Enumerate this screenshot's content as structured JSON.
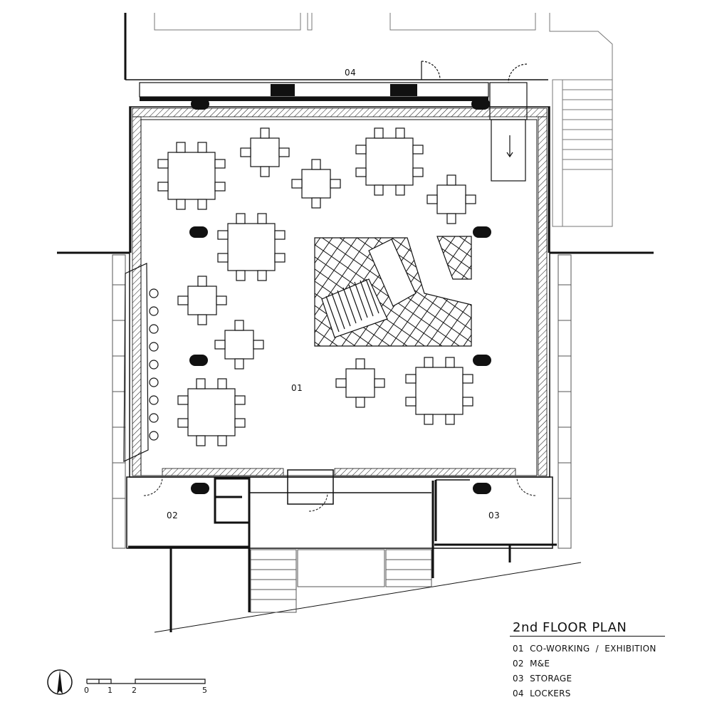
{
  "title": "2nd FLOOR PLAN",
  "legend": [
    {
      "num": "01",
      "text": "CO-WORKING  /  EXHIBITION"
    },
    {
      "num": "02",
      "text": "M&E"
    },
    {
      "num": "03",
      "text": "STORAGE"
    },
    {
      "num": "04",
      "text": "LOCKERS"
    }
  ],
  "rooms": [
    "01",
    "02",
    "03",
    "04"
  ],
  "scale_labels": [
    "0",
    "1",
    "2",
    "5"
  ],
  "icons": {
    "north_arrow": "north-arrow-icon"
  },
  "colors": {
    "line": "#111111",
    "background": "#ffffff"
  }
}
